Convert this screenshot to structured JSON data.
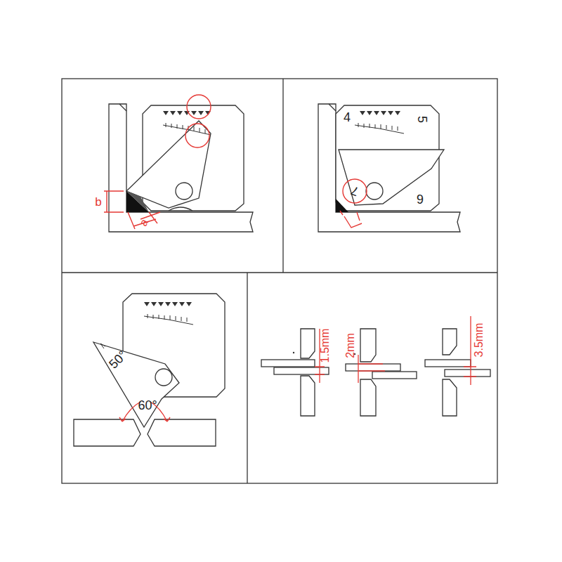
{
  "diagram": {
    "labels": [
      "b",
      "a",
      "4",
      "5",
      "6",
      "7",
      "50°",
      "60°",
      "1.5mm",
      "2mm",
      "3.5mm"
    ]
  }
}
